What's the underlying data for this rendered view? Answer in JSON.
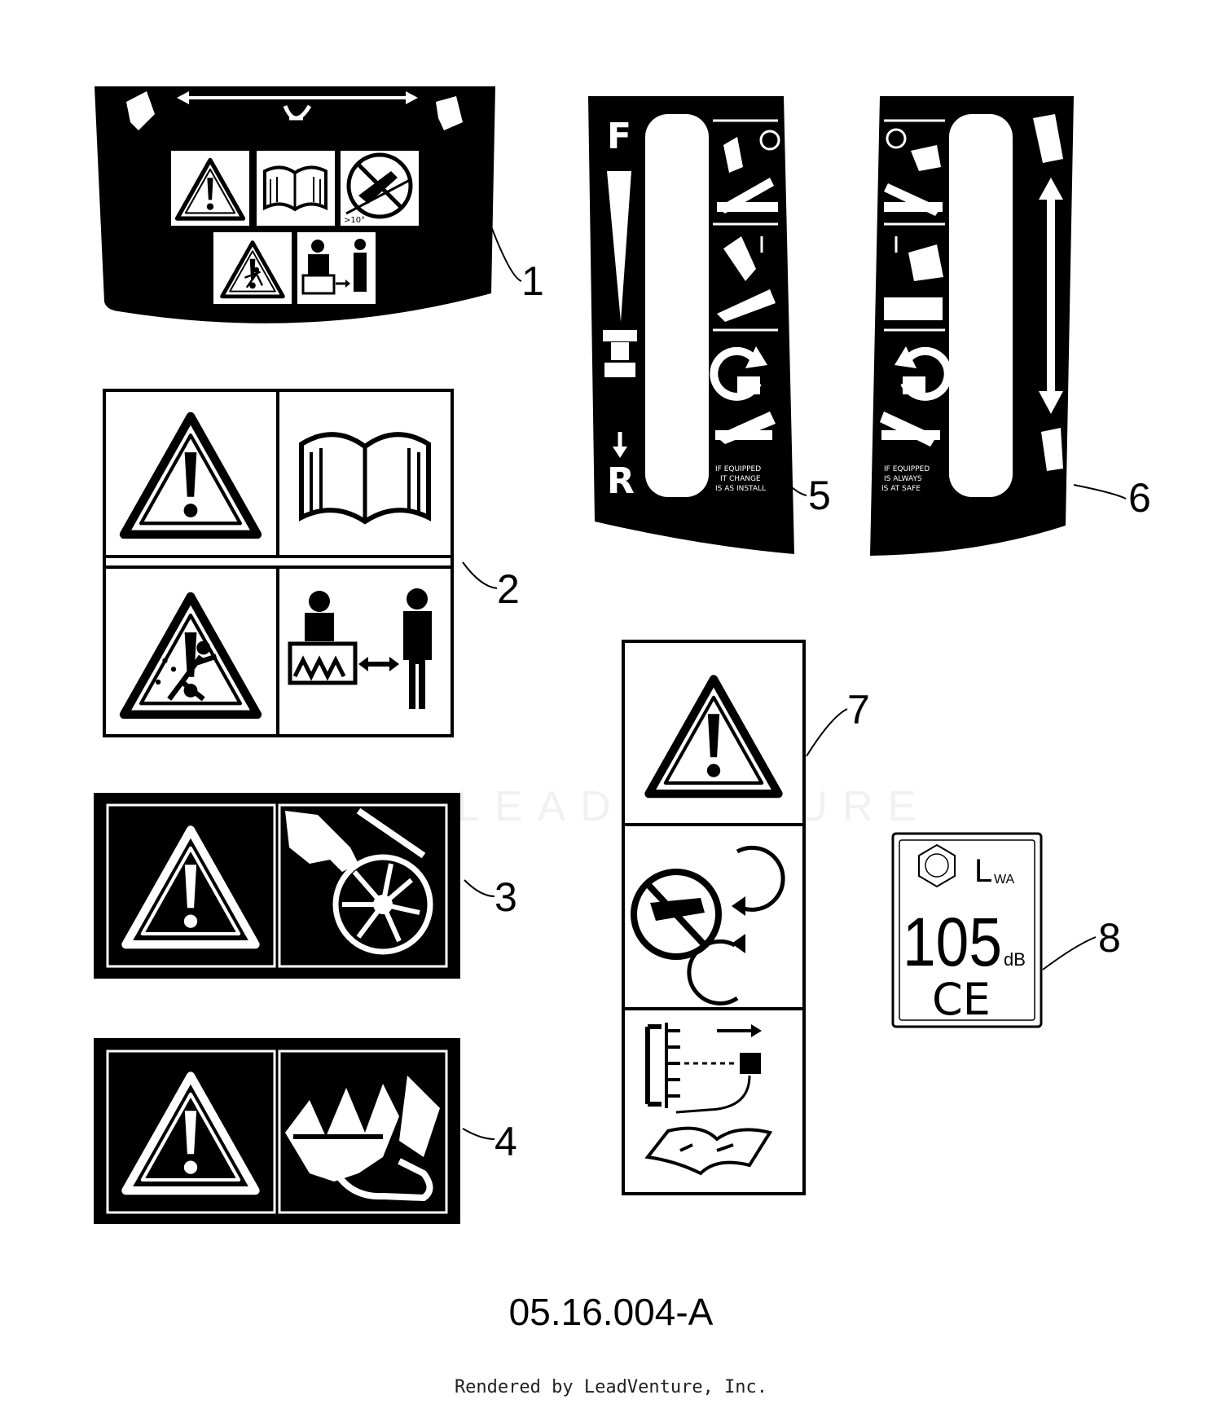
{
  "callouts": {
    "c1": "1",
    "c2": "2",
    "c3": "3",
    "c4": "4",
    "c5": "5",
    "c6": "6",
    "c7": "7",
    "c8": "8"
  },
  "decal5": {
    "forward_label": "F",
    "reverse_label": "R",
    "fine_print": [
      "IF EQUIPPED",
      "IT CHANGE",
      "IS AS INSTALL"
    ]
  },
  "decal6": {
    "fine_print": [
      "IF EQUIPPED",
      "IS ALWAYS",
      "IS AT SAFE"
    ]
  },
  "decal1": {
    "slope_label": ">10°"
  },
  "decal8": {
    "noise_symbol": "L",
    "noise_sub": "WA",
    "noise_value": "105",
    "noise_unit": "dB",
    "mark": "CE"
  },
  "watermark": "LEADVENTURE",
  "drawing_code": "05.16.004-A",
  "footer": "Rendered by LeadVenture, Inc."
}
